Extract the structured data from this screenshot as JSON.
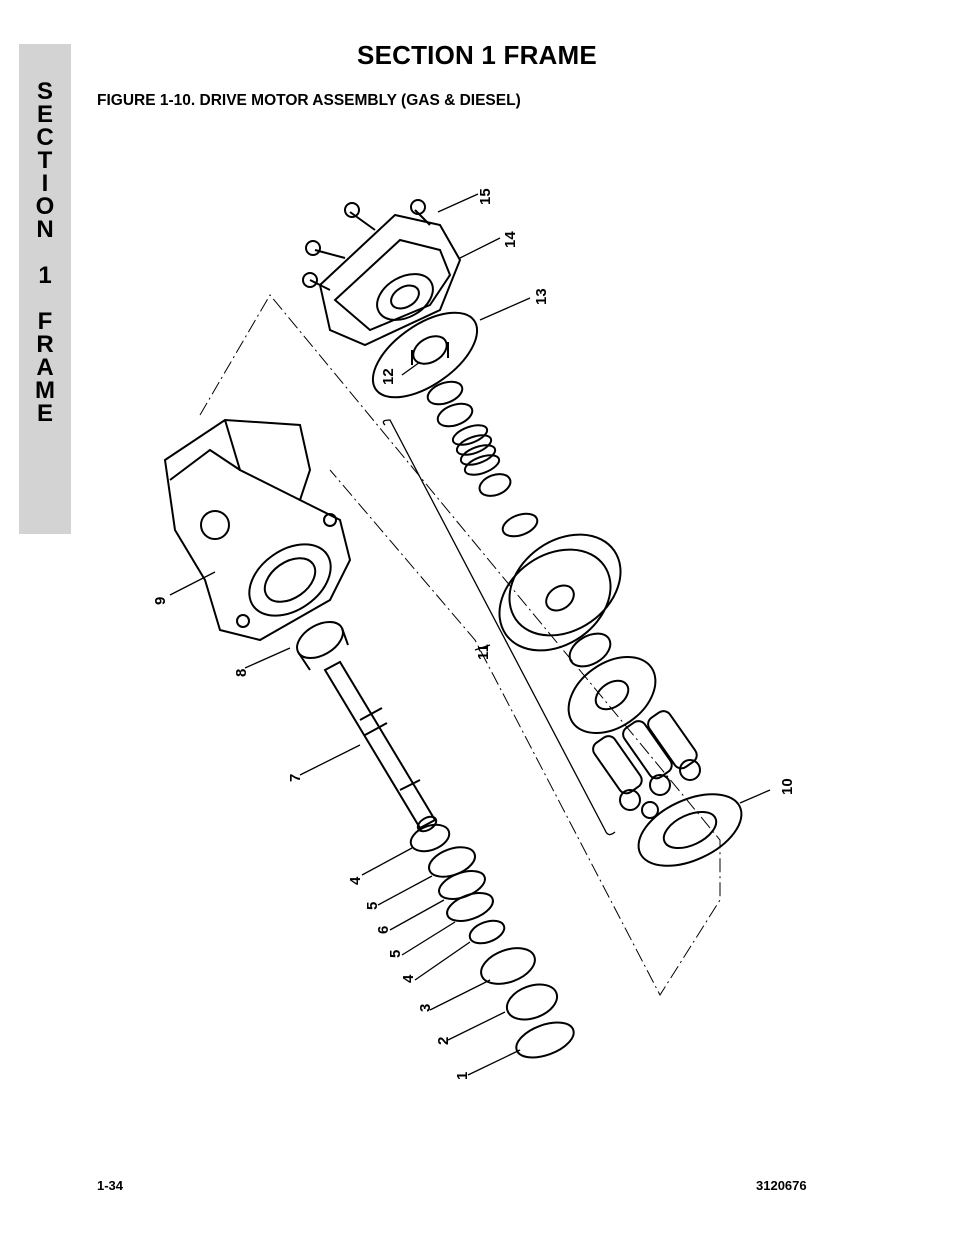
{
  "side_tab": {
    "letters": [
      "S",
      "E",
      "C",
      "T",
      "I",
      "O",
      "N",
      "",
      "1",
      "",
      "F",
      "R",
      "A",
      "M",
      "E"
    ]
  },
  "header": {
    "section_title": "SECTION 1  FRAME",
    "figure_caption": "FIGURE 1-10.  DRIVE MOTOR ASSEMBLY (GAS & DIESEL)"
  },
  "callouts": {
    "c1": "1",
    "c2": "2",
    "c3": "3",
    "c4a": "4",
    "c5a": "5",
    "c6": "6",
    "c5b": "5",
    "c4b": "4",
    "c7": "7",
    "c8": "8",
    "c9": "9",
    "c10": "10",
    "c11": "11",
    "c12": "12",
    "c13": "13",
    "c14": "14",
    "c15": "15"
  },
  "footer": {
    "page_number": "1-34",
    "document_number": "3120676"
  }
}
